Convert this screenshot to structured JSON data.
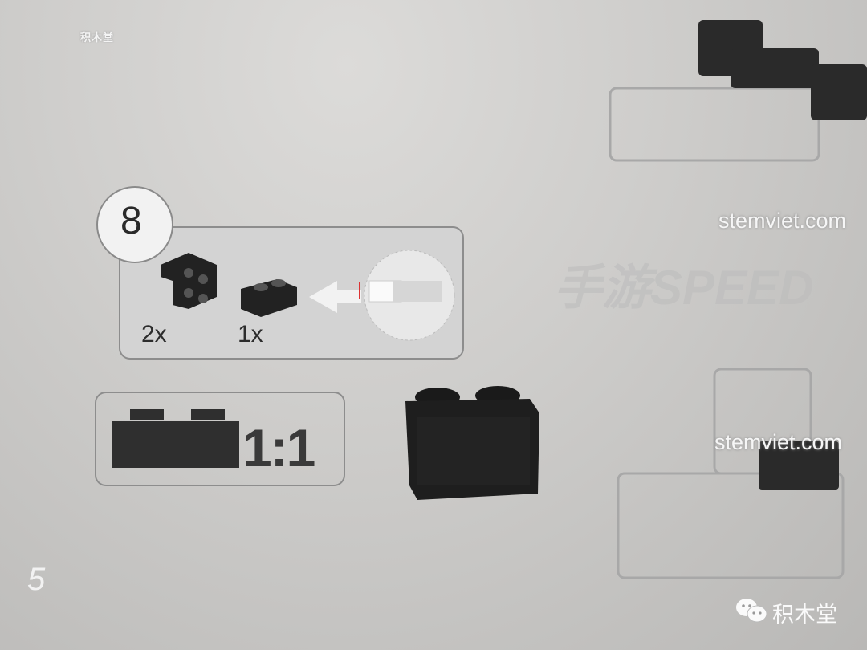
{
  "header": {
    "logo_text": "积木堂"
  },
  "step": {
    "number": "8",
    "parts": [
      {
        "quantity": "2x",
        "part": "bracket-brick"
      },
      {
        "quantity": "1x",
        "part": "1x2-brick"
      }
    ]
  },
  "scale_box": {
    "label": "1:1"
  },
  "background": {
    "logo_fragment": "手游SPEED"
  },
  "watermarks": [
    "stemviet.com",
    "stemviet.com"
  ],
  "page": {
    "number": "5"
  },
  "footer": {
    "brand": "积木堂",
    "icon": "wechat-icon"
  },
  "colors": {
    "brick": "#1e1e1e",
    "panel": "#d3d3d3",
    "background": "#cfcecc"
  }
}
